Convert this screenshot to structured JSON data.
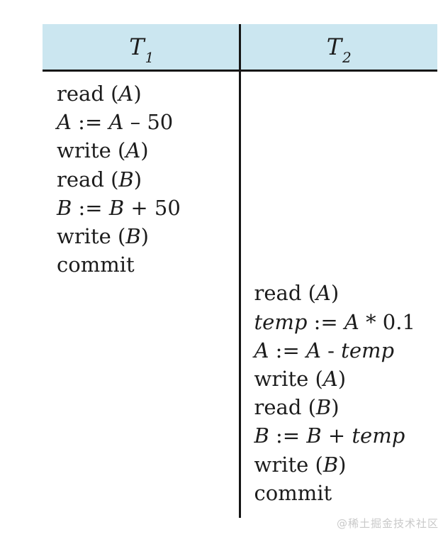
{
  "figure": {
    "description": "Serial schedule of two database transactions",
    "headers": [
      {
        "label": "T",
        "sub": "1"
      },
      {
        "label": "T",
        "sub": "2"
      }
    ],
    "rows": [
      {
        "t1": [
          {
            "text": "read (",
            "italic": false
          },
          {
            "text": "A",
            "italic": true
          },
          {
            "text": ")",
            "italic": false
          }
        ],
        "t2": []
      },
      {
        "t1": [
          {
            "text": "A",
            "italic": true
          },
          {
            "text": " := ",
            "italic": false
          },
          {
            "text": "A",
            "italic": true
          },
          {
            "text": " – 50",
            "italic": false
          }
        ],
        "t2": []
      },
      {
        "t1": [
          {
            "text": "write (",
            "italic": false
          },
          {
            "text": "A",
            "italic": true
          },
          {
            "text": ")",
            "italic": false
          }
        ],
        "t2": []
      },
      {
        "t1": [
          {
            "text": "read (",
            "italic": false
          },
          {
            "text": "B",
            "italic": true
          },
          {
            "text": ")",
            "italic": false
          }
        ],
        "t2": []
      },
      {
        "t1": [
          {
            "text": "B",
            "italic": true
          },
          {
            "text": " := ",
            "italic": false
          },
          {
            "text": "B",
            "italic": true
          },
          {
            "text": " + 50",
            "italic": false
          }
        ],
        "t2": []
      },
      {
        "t1": [
          {
            "text": "write (",
            "italic": false
          },
          {
            "text": "B",
            "italic": true
          },
          {
            "text": ")",
            "italic": false
          }
        ],
        "t2": []
      },
      {
        "t1": [
          {
            "text": "commit",
            "italic": false
          }
        ],
        "t2": []
      },
      {
        "t1": [],
        "t2": [
          {
            "text": "read (",
            "italic": false
          },
          {
            "text": "A",
            "italic": true
          },
          {
            "text": ")",
            "italic": false
          }
        ]
      },
      {
        "t1": [],
        "t2": [
          {
            "text": "temp",
            "italic": true
          },
          {
            "text": " := ",
            "italic": false
          },
          {
            "text": "A",
            "italic": true
          },
          {
            "text": " * 0.1",
            "italic": false
          }
        ]
      },
      {
        "t1": [],
        "t2": [
          {
            "text": "A",
            "italic": true
          },
          {
            "text": " := ",
            "italic": false
          },
          {
            "text": "A",
            "italic": true
          },
          {
            "text": " - ",
            "italic": false
          },
          {
            "text": "temp",
            "italic": true
          }
        ]
      },
      {
        "t1": [],
        "t2": [
          {
            "text": "write (",
            "italic": false
          },
          {
            "text": "A",
            "italic": true
          },
          {
            "text": ")",
            "italic": false
          }
        ]
      },
      {
        "t1": [],
        "t2": [
          {
            "text": "read (",
            "italic": false
          },
          {
            "text": "B",
            "italic": true
          },
          {
            "text": ")",
            "italic": false
          }
        ]
      },
      {
        "t1": [],
        "t2": [
          {
            "text": "B",
            "italic": true
          },
          {
            "text": " := ",
            "italic": false
          },
          {
            "text": "B",
            "italic": true
          },
          {
            "text": " + ",
            "italic": false
          },
          {
            "text": "temp",
            "italic": true
          }
        ]
      },
      {
        "t1": [],
        "t2": [
          {
            "text": "write (",
            "italic": false
          },
          {
            "text": "B",
            "italic": true
          },
          {
            "text": ")",
            "italic": false
          }
        ]
      },
      {
        "t1": [],
        "t2": [
          {
            "text": "commit",
            "italic": false
          }
        ]
      }
    ]
  },
  "colors": {
    "header_bg": "#cbe6f0",
    "line": "#161616",
    "text": "#1c1c1c",
    "watermark": "#c9c9c9"
  },
  "watermark": {
    "text": "@稀土掘金技术社区"
  }
}
